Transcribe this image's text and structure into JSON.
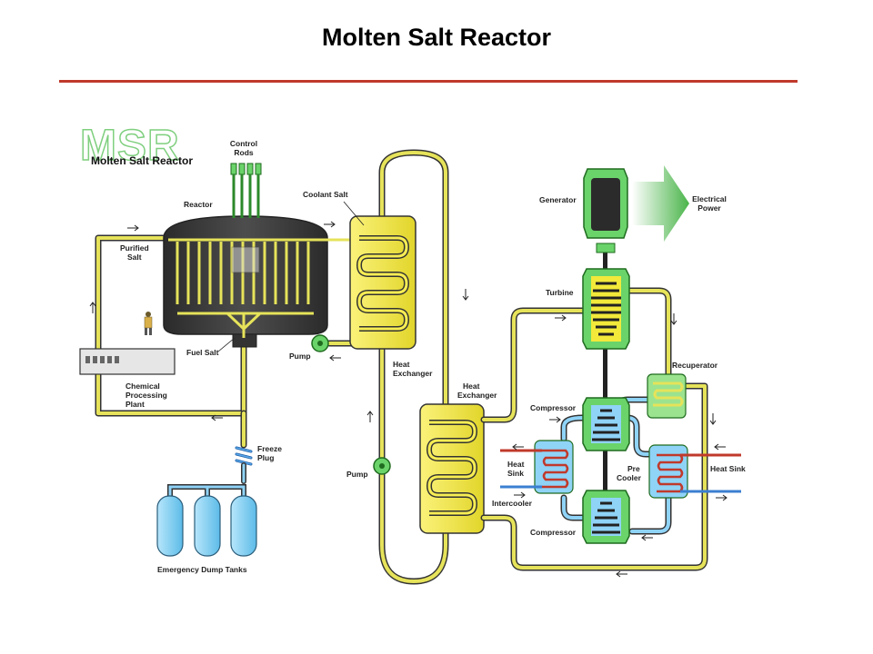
{
  "title": "Molten Salt Reactor",
  "colors": {
    "title_rule": "#c0392b",
    "fuel_pipe": "#e6e35a",
    "pipe_outline": "#333333",
    "reactor_vessel": "#3a3a3a",
    "coolant": "#f2e93a",
    "heat_sink_cold": "#3b7fd1",
    "heat_sink_hot": "#c0392b",
    "dump_tank": "#8fd3f7",
    "gas_loop": "#7fd07a",
    "output_arrow": "#49b449"
  },
  "logo": {
    "big": "MSR",
    "small": "Molten Salt Reactor"
  },
  "labels": {
    "control_rods_1": "Control",
    "control_rods_2": "Rods",
    "reactor": "Reactor",
    "coolant_salt": "Coolant Salt",
    "purified_salt_1": "Purified",
    "purified_salt_2": "Salt",
    "fuel_salt": "Fuel Salt",
    "pump_primary": "Pump",
    "heat_exchanger_1_a": "Heat",
    "heat_exchanger_1_b": "Exchanger",
    "chemical_1": "Chemical",
    "chemical_2": "Processing",
    "chemical_3": "Plant",
    "freeze_plug_1": "Freeze",
    "freeze_plug_2": "Plug",
    "pump_secondary": "Pump",
    "emergency_dump_tanks": "Emergency Dump Tanks",
    "generator": "Generator",
    "electrical_power_1": "Electrical",
    "electrical_power_2": "Power",
    "turbine": "Turbine",
    "recuperator": "Recuperator",
    "heat_exchanger_2_a": "Heat",
    "heat_exchanger_2_b": "Exchanger",
    "compressor_top": "Compressor",
    "heat_sink_left_1": "Heat",
    "heat_sink_left_2": "Sink",
    "intercooler": "Intercooler",
    "compressor_bottom": "Compressor",
    "pre_cooler_1": "Pre",
    "pre_cooler_2": "Cooler",
    "heat_sink_right": "Heat Sink"
  }
}
